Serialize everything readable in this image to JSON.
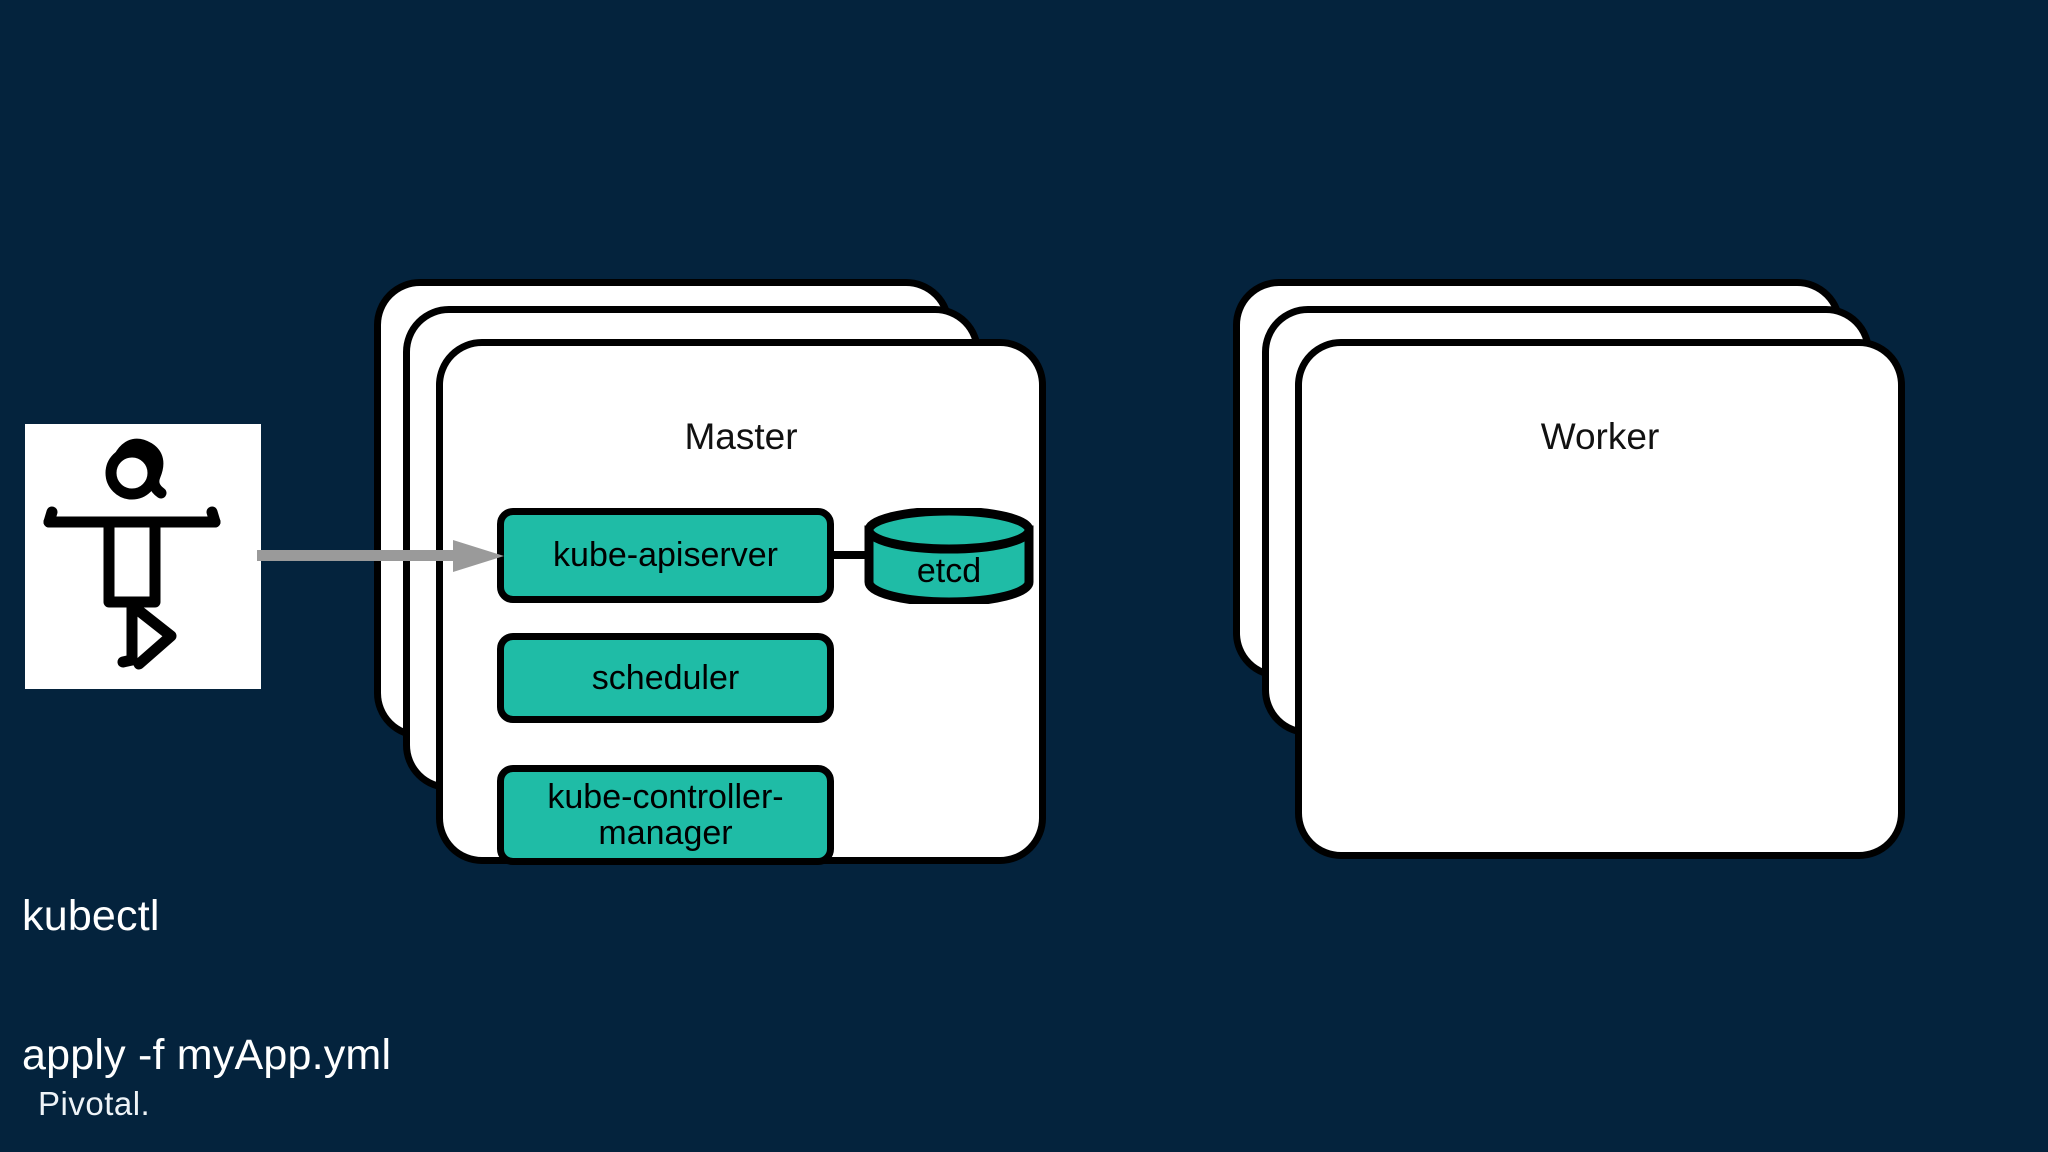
{
  "theme": {
    "background_color": "#04233D",
    "component_fill": "#1FBCA6",
    "card_fill": "#FFFFFF",
    "stroke_color": "#000000",
    "arrow_color": "#9A9A9A",
    "text_on_dark": "#FFFFFF"
  },
  "actor": {
    "icon_name": "stick-figure-person-icon",
    "command_line_1": "kubectl",
    "command_line_2": "apply -f myApp.yml"
  },
  "arrow": {
    "icon_name": "arrow-right-icon",
    "from": "kubectl",
    "to": "kube-apiserver"
  },
  "nodes": [
    {
      "id": "master",
      "title": "Master",
      "stack_count": 3,
      "components": [
        {
          "id": "kube-apiserver",
          "label": "kube-apiserver"
        },
        {
          "id": "scheduler",
          "label": "scheduler"
        },
        {
          "id": "kube-controller-manager",
          "label": "kube-controller-\nmanager"
        }
      ],
      "datastore": {
        "id": "etcd",
        "label": "etcd",
        "shape": "cylinder"
      }
    },
    {
      "id": "worker",
      "title": "Worker",
      "stack_count": 3,
      "components": []
    }
  ],
  "footer": {
    "logo_text": "Pivotal."
  }
}
